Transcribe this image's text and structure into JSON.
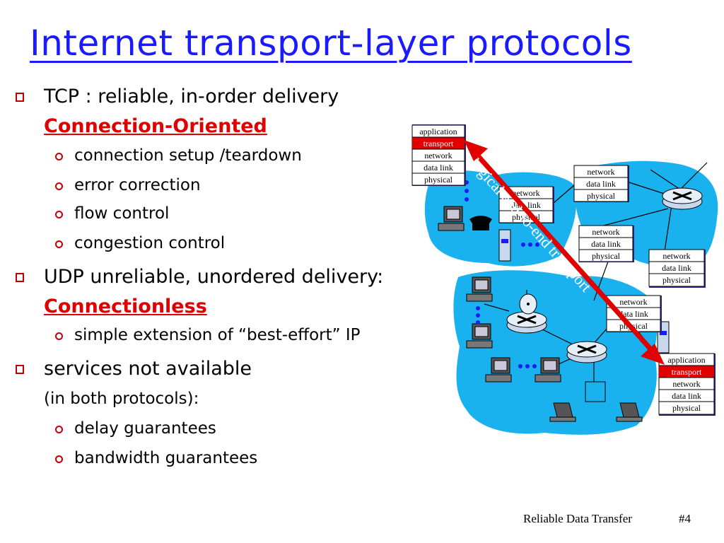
{
  "title": "Internet transport-layer protocols",
  "bullets": [
    {
      "text": "TCP : reliable, in-order delivery",
      "emphasis": "Connection-Oriented",
      "sub": [
        "connection setup /teardown",
        "error correction",
        "flow control",
        "congestion control"
      ]
    },
    {
      "text": "UDP unreliable, unordered delivery:",
      "emphasis": "Connectionless",
      "sub": [
        "simple extension of “best-effort” IP"
      ]
    },
    {
      "text": "services not available",
      "note": "(in both protocols):",
      "sub": [
        "delay guarantees",
        "bandwidth guarantees"
      ]
    }
  ],
  "diagram": {
    "arrow_label": "logical end-to-end transport",
    "stack_layers": [
      "application",
      "transport",
      "network",
      "data link",
      "physical"
    ],
    "router_layers": [
      "network",
      "data link",
      "physical"
    ]
  },
  "footer": {
    "left": "Reliable Data Transfer",
    "page": "#4"
  },
  "colors": {
    "title": "#1a1aff",
    "emphasis": "#e00000",
    "bullet": "#c00000",
    "cloud": "#1ab2ee",
    "arrow": "#e00000"
  }
}
